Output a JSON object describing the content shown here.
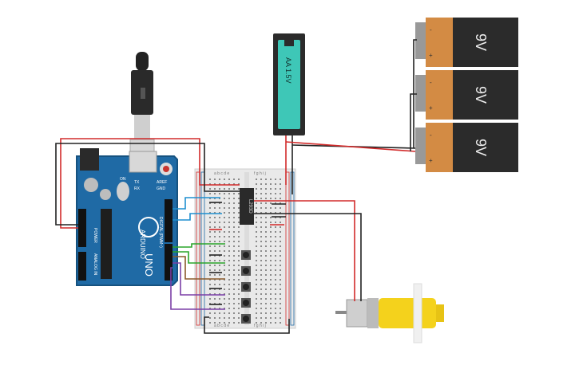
{
  "colors": {
    "background": "#ffffff",
    "arduino_board": "#1f6aa5",
    "arduino_dark": "#16527f",
    "breadboard": "#e9e9e9",
    "battery_body": "#2b2b2b",
    "battery_top": "#d38b44",
    "aa_body": "#2b2b2b",
    "aa_window": "#3ec7b7",
    "motor_yellow": "#f4d21c",
    "wire_red": "#d22b2b",
    "wire_black": "#222222",
    "wire_blue": "#1f8fd0",
    "wire_green": "#2aa52a",
    "wire_brown": "#8b5a2b",
    "wire_purple": "#7b3fa7"
  },
  "arduino": {
    "brand": "ARDUINO",
    "model": "UNO",
    "digital_label": "DIGITAL (PWM~)",
    "power_label": "POWER",
    "analog_label": "ANALOG IN",
    "tx": "TX",
    "rx": "RX",
    "aref": "AREF",
    "gnd": "GND",
    "on": "ON"
  },
  "breadboard": {
    "cols_top": "a b c d e",
    "cols_top_right": "f g h i j",
    "cols_bottom": "a b c d e",
    "cols_bottom_right": "f g h i j"
  },
  "ic": {
    "label": "L293D"
  },
  "aa_battery": {
    "label": "AA 1.5V"
  },
  "battery_9v": {
    "label": "9V",
    "plus": "+",
    "minus": "-"
  }
}
